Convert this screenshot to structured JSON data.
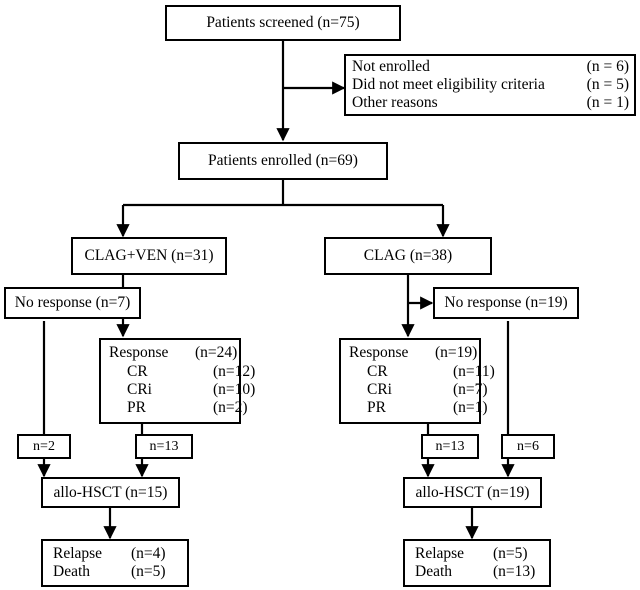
{
  "diagram": {
    "title": "CONSORT participant flow diagram",
    "stroke_color": "#000000",
    "background_color": "#ffffff"
  },
  "nodes": {
    "screened": {
      "label": "Patients screened (n=75)"
    },
    "not_enrolled": {
      "heading_label": "Not enrolled",
      "heading_count": "(n = 6)",
      "rows": [
        {
          "label": "Did not meet eligibility criteria",
          "count": "(n = 5)"
        },
        {
          "label": "Other reasons",
          "count": "(n = 1)"
        }
      ]
    },
    "enrolled": {
      "label": "Patients enrolled (n=69)"
    },
    "arm_left": {
      "label": "CLAG+VEN (n=31)"
    },
    "arm_right": {
      "label": "CLAG (n=38)"
    },
    "no_response_left": {
      "label": "No response  (n=7)"
    },
    "no_response_right": {
      "label": "No response  (n=19)"
    },
    "response_left": {
      "rows": [
        {
          "label": "Response",
          "count": "(n=24)"
        },
        {
          "label": "CR",
          "count": "(n=12)"
        },
        {
          "label": "CRi",
          "count": "(n=10)"
        },
        {
          "label": "PR",
          "count": "(n=2)"
        }
      ]
    },
    "response_right": {
      "rows": [
        {
          "label": "Response",
          "count": "(n=19)"
        },
        {
          "label": "CR",
          "count": "(n=11)"
        },
        {
          "label": "CRi",
          "count": "(n=7)"
        },
        {
          "label": "PR",
          "count": "(n=1)"
        }
      ]
    },
    "tag_left_noresp": {
      "label": "n=2"
    },
    "tag_left_resp": {
      "label": "n=13"
    },
    "tag_right_resp": {
      "label": "n=13"
    },
    "tag_right_noresp": {
      "label": "n=6"
    },
    "hsct_left": {
      "label": "allo-HSCT  (n=15)"
    },
    "hsct_right": {
      "label": "allo-HSCT  (n=19)"
    },
    "outcome_left": {
      "rows": [
        {
          "label": "Relapse",
          "count": "(n=4)"
        },
        {
          "label": "Death",
          "count": "(n=5)"
        }
      ]
    },
    "outcome_right": {
      "rows": [
        {
          "label": "Relapse",
          "count": "(n=5)"
        },
        {
          "label": "Death",
          "count": "(n=13)"
        }
      ]
    }
  },
  "chart_data": {
    "type": "diagram",
    "diagram_kind": "consort-flow",
    "title": "Patient flow: CLAG+VEN vs CLAG",
    "stages": [
      {
        "id": "screened",
        "label": "Patients screened",
        "n": 75
      },
      {
        "id": "not_enrolled",
        "label": "Not enrolled",
        "n": 6,
        "children": [
          {
            "label": "Did not meet eligibility criteria",
            "n": 5
          },
          {
            "label": "Other reasons",
            "n": 1
          }
        ]
      },
      {
        "id": "enrolled",
        "label": "Patients enrolled",
        "n": 69
      },
      {
        "id": "arm_left",
        "label": "CLAG+VEN",
        "n": 31
      },
      {
        "id": "arm_right",
        "label": "CLAG",
        "n": 38
      },
      {
        "id": "no_response_left",
        "label": "No response",
        "n": 7,
        "arm": "CLAG+VEN"
      },
      {
        "id": "response_left",
        "label": "Response",
        "n": 24,
        "arm": "CLAG+VEN",
        "children": [
          {
            "label": "CR",
            "n": 12
          },
          {
            "label": "CRi",
            "n": 10
          },
          {
            "label": "PR",
            "n": 2
          }
        ]
      },
      {
        "id": "no_response_right",
        "label": "No response",
        "n": 19,
        "arm": "CLAG"
      },
      {
        "id": "response_right",
        "label": "Response",
        "n": 19,
        "arm": "CLAG",
        "children": [
          {
            "label": "CR",
            "n": 11
          },
          {
            "label": "CRi",
            "n": 7
          },
          {
            "label": "PR",
            "n": 1
          }
        ]
      },
      {
        "id": "hsct_left",
        "label": "allo-HSCT",
        "n": 15,
        "arm": "CLAG+VEN"
      },
      {
        "id": "hsct_right",
        "label": "allo-HSCT",
        "n": 19,
        "arm": "CLAG"
      },
      {
        "id": "outcome_left",
        "label": "Relapse / Death",
        "arm": "CLAG+VEN",
        "children": [
          {
            "label": "Relapse",
            "n": 4
          },
          {
            "label": "Death",
            "n": 5
          }
        ]
      },
      {
        "id": "outcome_right",
        "label": "Relapse / Death",
        "arm": "CLAG",
        "children": [
          {
            "label": "Relapse",
            "n": 5
          },
          {
            "label": "Death",
            "n": 13
          }
        ]
      }
    ],
    "edges": [
      {
        "from": "screened",
        "to": "not_enrolled",
        "n": 6
      },
      {
        "from": "screened",
        "to": "enrolled",
        "n": 69
      },
      {
        "from": "enrolled",
        "to": "arm_left",
        "n": 31
      },
      {
        "from": "enrolled",
        "to": "arm_right",
        "n": 38
      },
      {
        "from": "arm_left",
        "to": "no_response_left",
        "n": 7
      },
      {
        "from": "arm_left",
        "to": "response_left",
        "n": 24
      },
      {
        "from": "arm_right",
        "to": "no_response_right",
        "n": 19
      },
      {
        "from": "arm_right",
        "to": "response_right",
        "n": 19
      },
      {
        "from": "no_response_left",
        "to": "hsct_left",
        "n": 2,
        "edge_label": "n=2"
      },
      {
        "from": "response_left",
        "to": "hsct_left",
        "n": 13,
        "edge_label": "n=13"
      },
      {
        "from": "response_right",
        "to": "hsct_right",
        "n": 13,
        "edge_label": "n=13"
      },
      {
        "from": "no_response_right",
        "to": "hsct_right",
        "n": 6,
        "edge_label": "n=6"
      },
      {
        "from": "hsct_left",
        "to": "outcome_left"
      },
      {
        "from": "hsct_right",
        "to": "outcome_right"
      }
    ]
  }
}
